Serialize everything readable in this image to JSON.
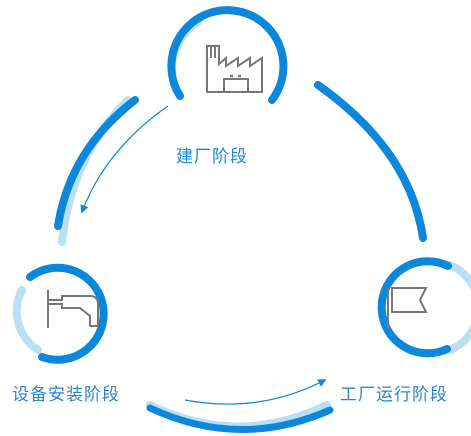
{
  "stages": {
    "build": {
      "label": "建厂阶段",
      "icon": "factory-icon"
    },
    "install": {
      "label": "设备安装阶段",
      "icon": "pipe-fitting-icon"
    },
    "operate": {
      "label": "工厂运行阶段",
      "icon": "flag-icon"
    }
  },
  "colors": {
    "primary": "#0b87dc",
    "light": "#b9dff5",
    "icon": "#777777",
    "text": "#1a88d8"
  }
}
